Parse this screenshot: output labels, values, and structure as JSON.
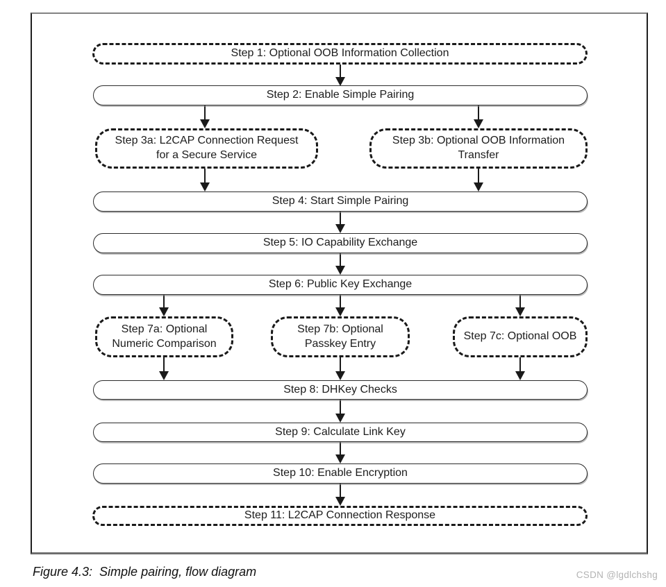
{
  "diagram": {
    "title_context": "Simple pairing flow diagram",
    "line_color": "#1a1a1a",
    "background_color": "#ffffff",
    "nodes": [
      {
        "id": "step-1",
        "label": "Step 1: Optional OOB Information Collection",
        "border": "dashed"
      },
      {
        "id": "step-2",
        "label": "Step 2: Enable Simple Pairing",
        "border": "solid"
      },
      {
        "id": "step-3a",
        "label": "Step 3a: L2CAP Connection Request\nfor a Secure Service",
        "border": "dashed"
      },
      {
        "id": "step-3b",
        "label": "Step 3b: Optional OOB Information\nTransfer",
        "border": "dashed"
      },
      {
        "id": "step-4",
        "label": "Step 4: Start Simple Pairing",
        "border": "solid"
      },
      {
        "id": "step-5",
        "label": "Step 5: IO Capability Exchange",
        "border": "solid"
      },
      {
        "id": "step-6",
        "label": "Step 6: Public Key Exchange",
        "border": "solid"
      },
      {
        "id": "step-7a",
        "label": "Step 7a: Optional\nNumeric Comparison",
        "border": "dashed"
      },
      {
        "id": "step-7b",
        "label": "Step 7b: Optional\nPasskey Entry",
        "border": "dashed"
      },
      {
        "id": "step-7c",
        "label": "Step 7c: Optional OOB",
        "border": "dashed"
      },
      {
        "id": "step-8",
        "label": "Step 8: DHKey Checks",
        "border": "solid"
      },
      {
        "id": "step-9",
        "label": "Step 9: Calculate Link Key",
        "border": "solid"
      },
      {
        "id": "step-10",
        "label": "Step 10: Enable Encryption",
        "border": "solid"
      },
      {
        "id": "step-11",
        "label": "Step 11: L2CAP Connection Response",
        "border": "dashed"
      }
    ],
    "edges": [
      {
        "from": "step-1",
        "to": "step-2"
      },
      {
        "from": "step-2",
        "to": "step-3a"
      },
      {
        "from": "step-2",
        "to": "step-3b"
      },
      {
        "from": "step-3a",
        "to": "step-4"
      },
      {
        "from": "step-3b",
        "to": "step-4"
      },
      {
        "from": "step-4",
        "to": "step-5"
      },
      {
        "from": "step-5",
        "to": "step-6"
      },
      {
        "from": "step-6",
        "to": "step-7a"
      },
      {
        "from": "step-6",
        "to": "step-7b"
      },
      {
        "from": "step-6",
        "to": "step-7c"
      },
      {
        "from": "step-7a",
        "to": "step-8"
      },
      {
        "from": "step-7b",
        "to": "step-8"
      },
      {
        "from": "step-7c",
        "to": "step-8"
      },
      {
        "from": "step-8",
        "to": "step-9"
      },
      {
        "from": "step-9",
        "to": "step-10"
      },
      {
        "from": "step-10",
        "to": "step-11"
      }
    ]
  },
  "caption": {
    "text": "Figure 4.3:  Simple pairing, flow diagram"
  },
  "watermark": {
    "text": "CSDN @lgdlchshg",
    "color": "#b3b3b3"
  }
}
